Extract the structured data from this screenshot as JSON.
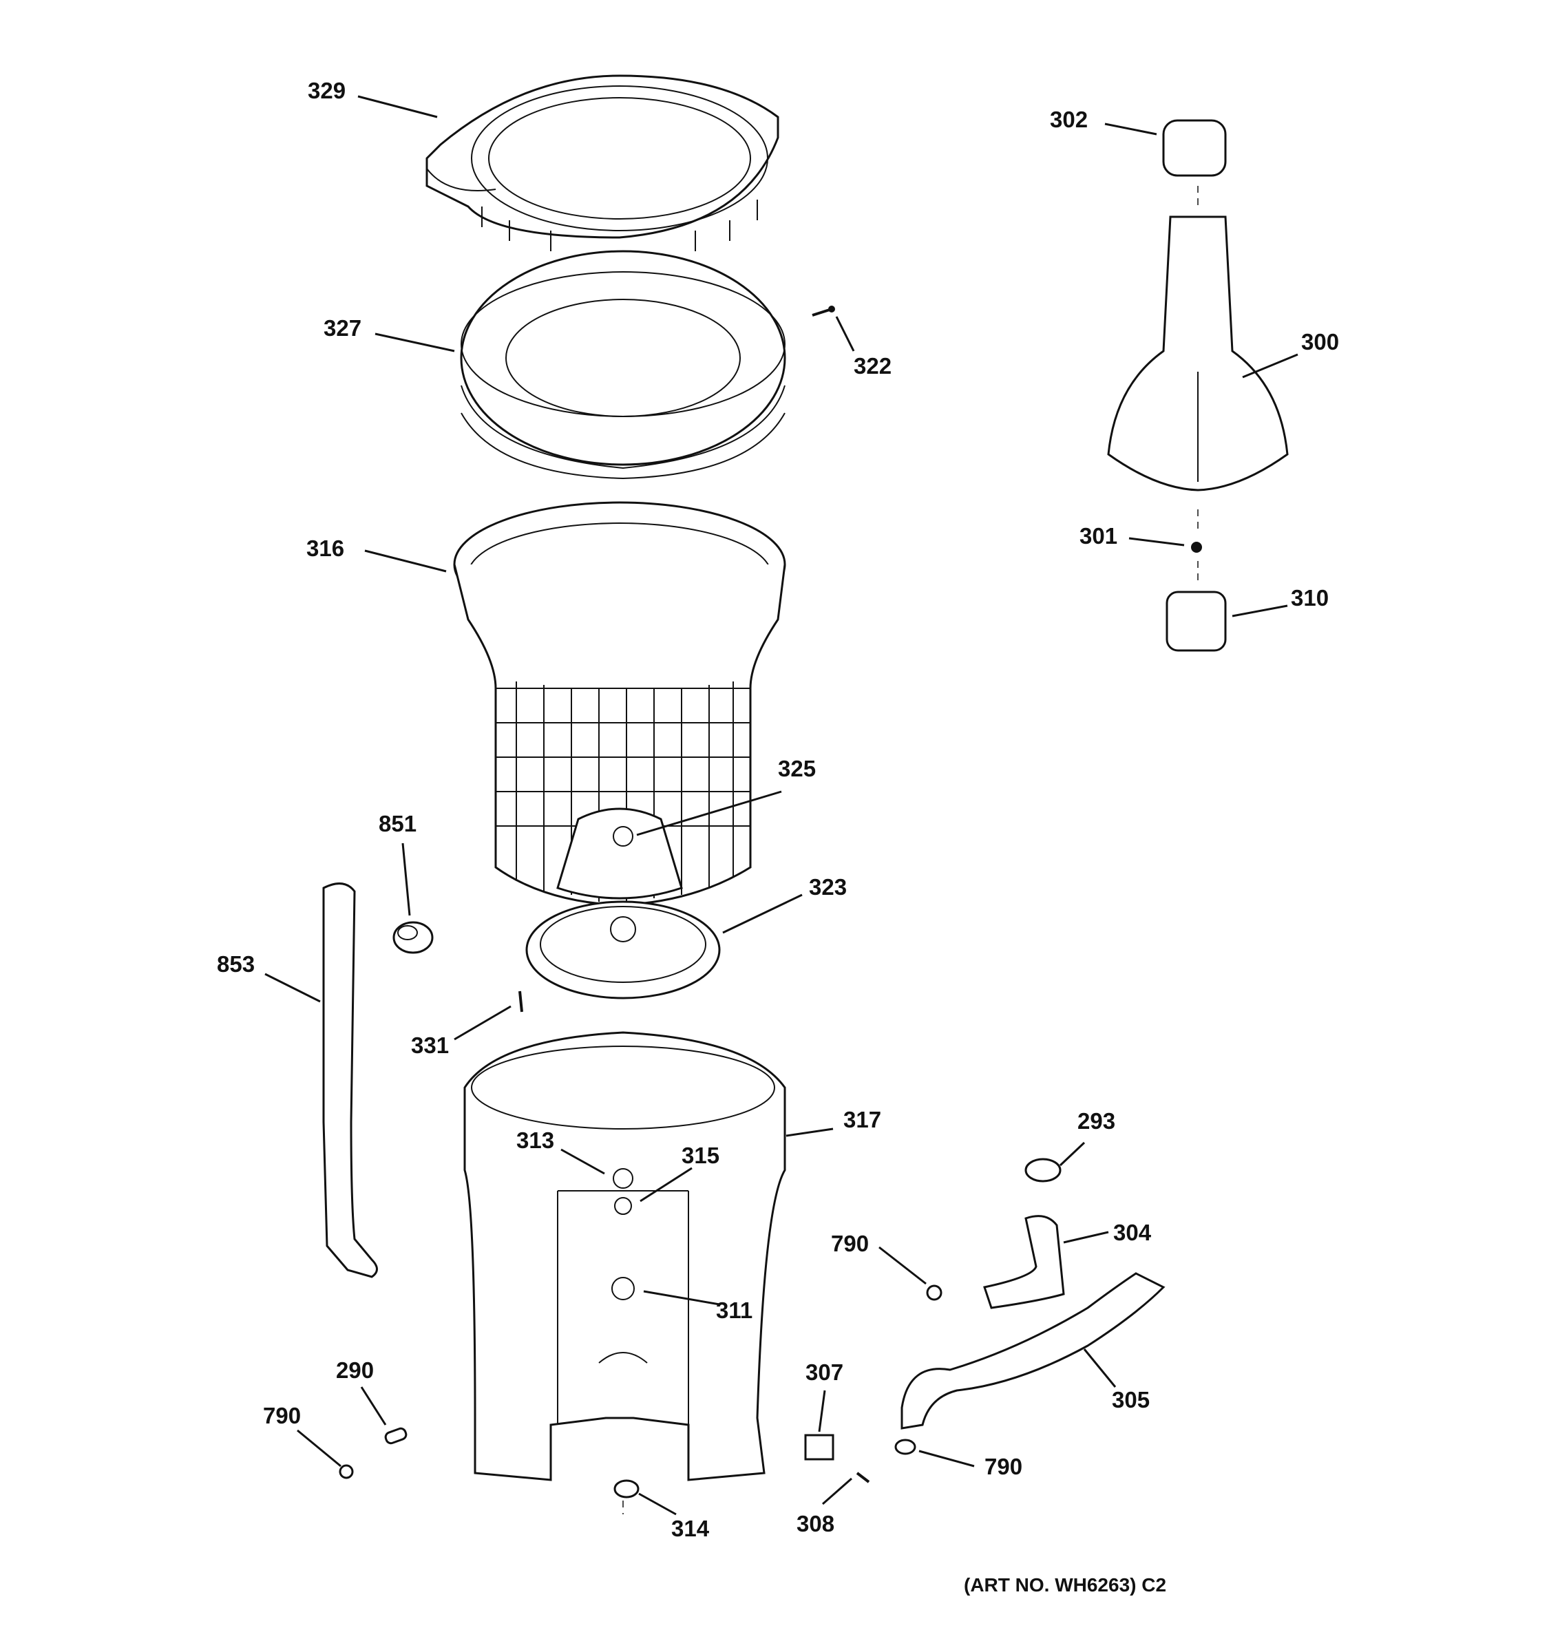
{
  "art_number": "(ART NO. WH6263) C2",
  "parts": [
    {
      "key": "p329",
      "number": "329"
    },
    {
      "key": "p302",
      "number": "302"
    },
    {
      "key": "p327",
      "number": "327"
    },
    {
      "key": "p322",
      "number": "322"
    },
    {
      "key": "p300",
      "number": "300"
    },
    {
      "key": "p316",
      "number": "316"
    },
    {
      "key": "p301",
      "number": "301"
    },
    {
      "key": "p310",
      "number": "310"
    },
    {
      "key": "p325",
      "number": "325"
    },
    {
      "key": "p851",
      "number": "851"
    },
    {
      "key": "p323",
      "number": "323"
    },
    {
      "key": "p853",
      "number": "853"
    },
    {
      "key": "p331",
      "number": "331"
    },
    {
      "key": "p317",
      "number": "317"
    },
    {
      "key": "p293",
      "number": "293"
    },
    {
      "key": "p313",
      "number": "313"
    },
    {
      "key": "p315",
      "number": "315"
    },
    {
      "key": "p304",
      "number": "304"
    },
    {
      "key": "p790a",
      "number": "790"
    },
    {
      "key": "p311",
      "number": "311"
    },
    {
      "key": "p290",
      "number": "290"
    },
    {
      "key": "p307",
      "number": "307"
    },
    {
      "key": "p305",
      "number": "305"
    },
    {
      "key": "p790b",
      "number": "790"
    },
    {
      "key": "p790c",
      "number": "790"
    },
    {
      "key": "p314",
      "number": "314"
    },
    {
      "key": "p308",
      "number": "308"
    }
  ]
}
